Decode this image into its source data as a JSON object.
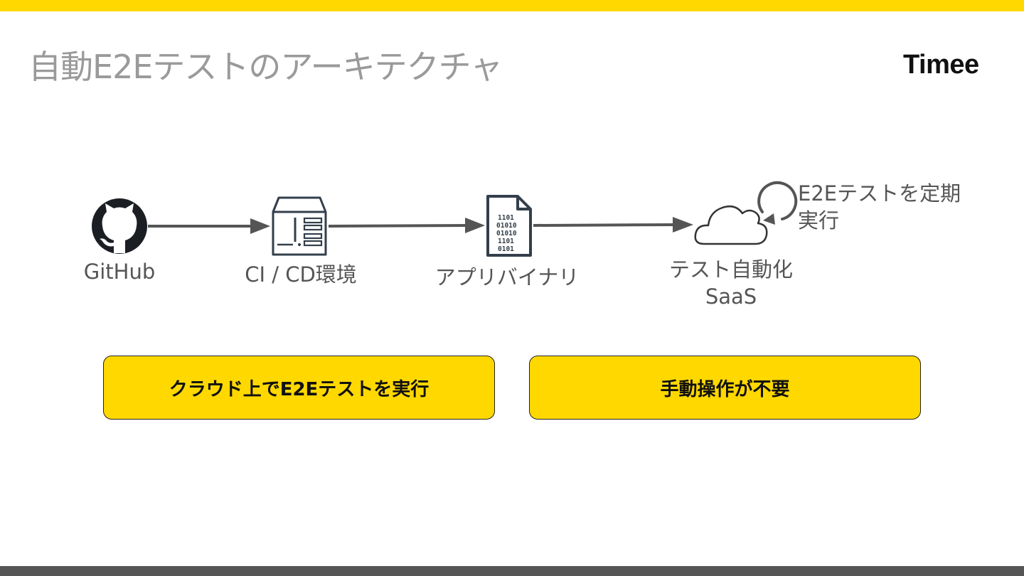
{
  "slide": {
    "title": "自動E2Eテストのアーキテクチャ",
    "logo": "Timee"
  },
  "colors": {
    "accent": "#FFD800",
    "footer": "#555555",
    "icon": "#333f4b"
  },
  "nodes": [
    {
      "icon": "github-icon",
      "label": "GitHub"
    },
    {
      "icon": "server-icon",
      "label": "CI / CD環境"
    },
    {
      "icon": "binary-file-icon",
      "label": "アプリバイナリ",
      "file_text": [
        "1101",
        "01010",
        "01010",
        "1101",
        "0101"
      ]
    },
    {
      "icon": "cloud-icon",
      "label_line1": "テスト自動化",
      "label_line2": "SaaS"
    }
  ],
  "schedule_note": {
    "icon": "refresh-icon",
    "line1": "E2Eテストを定期",
    "line2": "実行"
  },
  "callouts": [
    "クラウド上でE2Eテストを実行",
    "手動操作が不要"
  ]
}
